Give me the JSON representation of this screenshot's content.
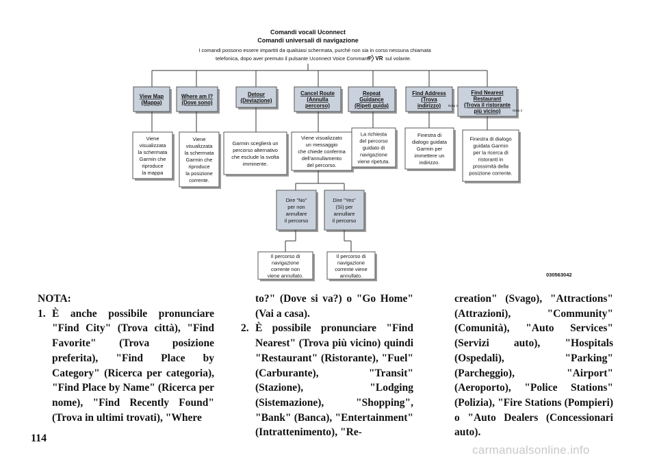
{
  "diagram": {
    "title1": "Comandi vocali Uconnect",
    "title2": "Comandi universali di navigazione",
    "intro1": "I comandi possono essere impartiti da qualsiasi schermata, purché non sia in corso nessuna chiamata",
    "intro2a": "telefonica, dopo aver premuto il pulsante Uconnect Voice Command",
    "intro_vr": "VR",
    "intro2b": "sul volante.",
    "nodes": [
      {
        "lines": [
          "View Map",
          "(Mappa)"
        ]
      },
      {
        "lines": [
          "Where am I?",
          "(Dove sono)"
        ]
      },
      {
        "lines": [
          "Detour",
          "(Deviazione)"
        ]
      },
      {
        "lines": [
          "Cancel Route",
          "(Annulla",
          "percorso)"
        ]
      },
      {
        "lines": [
          "Repeat",
          "Guidance",
          "(Ripeti guida)"
        ]
      },
      {
        "lines": [
          "Find Address",
          "(Trova",
          "indirizzo)"
        ],
        "note": "Nota 1"
      },
      {
        "lines": [
          "Find Nearest",
          "Restaurant",
          "(Trova il ristorante",
          "più vicino)"
        ],
        "note": "Nota 2"
      }
    ],
    "results": [
      {
        "lines": [
          "Viene",
          "visualizzata",
          "la schermata",
          "Garmin che",
          "riproduce",
          "la mappa"
        ]
      },
      {
        "lines": [
          "Viene",
          "visualizzata",
          "la schermata",
          "Garmin che",
          "riproduce",
          "la posizione",
          "corrente."
        ]
      },
      {
        "lines": [
          "Garmin sceglierà un",
          "percorso alternativo",
          "che esclude la svolta",
          "imminente."
        ]
      },
      {
        "lines": [
          "Viene visualizzato",
          "un messaggio",
          "che chiede conferma",
          "dell'annullamento",
          "del percorso."
        ]
      },
      {
        "lines": [
          "La richiesta",
          "del percorso",
          "guidato di",
          "navigazione",
          "viene ripetuta."
        ]
      },
      {
        "lines": [
          "Finestra di",
          "dialogo guidata",
          "Garmin per",
          "immettere un",
          "indirizzo."
        ]
      },
      {
        "lines": [
          "Finestra di dialogo",
          "guidata Garmin",
          "per la ricerca di",
          "ristoranti in",
          "prossimità della",
          "posizione corrente."
        ]
      }
    ],
    "answers": [
      {
        "lines": [
          "Dire \"No\"",
          "per non",
          "annullare",
          "il percorso"
        ]
      },
      {
        "lines": [
          "Dire \"Yes\"",
          "(Sì) per",
          "annullare",
          "il percorso"
        ]
      }
    ],
    "outcomes": [
      {
        "lines": [
          "Il percorso di",
          "navigazione",
          "corrente non",
          "viene annullato."
        ]
      },
      {
        "lines": [
          "Il percorso di",
          "navigazione",
          "corrente viene",
          "annullato."
        ]
      }
    ],
    "code": "030563042"
  },
  "text": {
    "nota": "NOTA:",
    "item1_num": "1.",
    "item1": "È anche possibile pronunciare \"Find City\" (Trova città), \"Find Favorite\" (Trova posizione preferita), \"Find Place by Category\" (Ricerca per categoria), \"Find Place by Name\" (Ricerca per nome), \"Find Recently Found\" (Trova in ultimi trovati), \"Where",
    "item1_cont": "to?\" (Dove si va?) o \"Go Home\" (Vai a casa).",
    "item2_num": "2.",
    "item2": "È possibile pronunciare \"Find Nearest\" (Trova più vicino) quindi \"Restaurant\" (Ristorante), \"Fuel\" (Carburante), \"Transit\" (Stazione), \"Lodging (Sistemazione), \"Shopping\", \"Bank\" (Banca), \"Entertainment\" (Intrattenimento), \"Re-",
    "item2_cont": "creation\" (Svago), \"Attractions\" (Attrazioni), \"Community\" (Comunità), \"Auto Services\" (Servizi auto), \"Hospitals (Ospedali), \"Parking\" (Parcheggio), \"Airport\" (Aeroporto), \"Police Stations\" (Polizia), \"Fire Stations (Pompieri) o \"Auto Dealers (Concessionari auto)."
  },
  "page_number": "114",
  "watermark": "carmanualsonline.info",
  "colors": {
    "node_fill": "#c9d1dc",
    "line": "#333333",
    "text": "#111111",
    "watermark": "#c8c8c8"
  }
}
